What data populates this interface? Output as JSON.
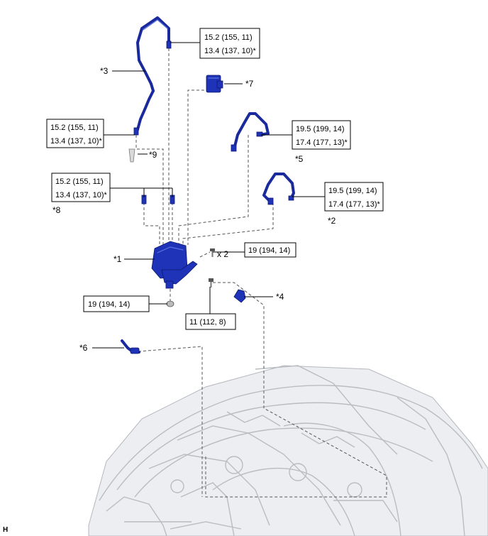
{
  "callouts": {
    "c1": "*1",
    "c2": "*2",
    "c3": "*3",
    "c4": "*4",
    "c5": "*5",
    "c6": "*6",
    "c7": "*7",
    "c8": "*8",
    "c9": "*9"
  },
  "torque": {
    "t_top_1": "15.2 (155, 11)",
    "t_top_2": "13.4 (137, 10)*",
    "t_left_1": "15.2 (155, 11)",
    "t_left_2": "13.4 (137, 10)*",
    "t_mid_1": "15.2 (155, 11)",
    "t_mid_2": "13.4 (137, 10)*",
    "t_p5_1": "19.5 (199, 14)",
    "t_p5_2": "17.4 (177, 13)*",
    "t_p2_1": "19.5 (199, 14)",
    "t_p2_2": "17.4 (177, 13)*",
    "t_bolt": "19 (194, 14)",
    "t_nut": "19 (194, 14)",
    "t_bracket": "11 (112, 8)"
  },
  "quantity": "x 2",
  "figure_code": "H",
  "colors": {
    "part_blue": "#1f33b8",
    "car_gray": "#b9bcc2"
  }
}
